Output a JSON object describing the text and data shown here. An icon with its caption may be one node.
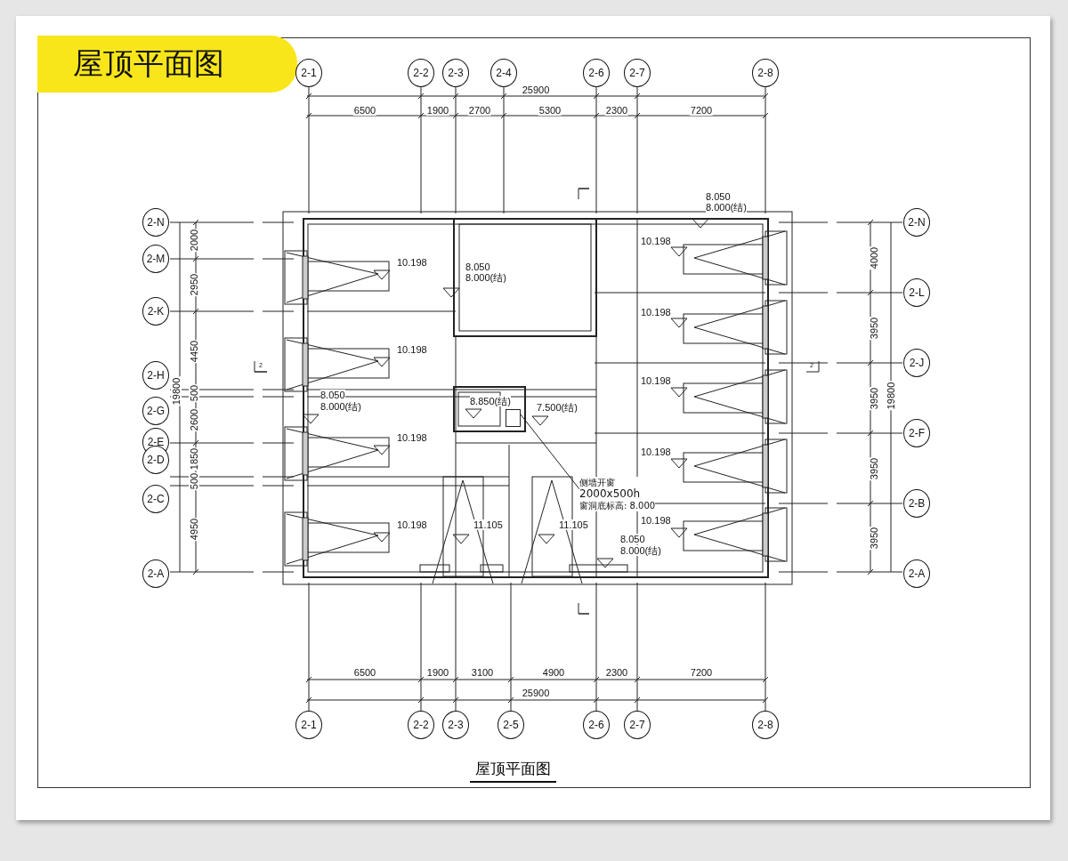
{
  "diagram": {
    "title": "屋顶平面图",
    "caption": "屋顶平面图",
    "nodes": [
      {
        "text": [
          "侧墙开窗",
          "2000x500h",
          "窗洞底标高: 8.000"
        ]
      },
      {
        "text": [],
        "shape": "box"
      }
    ],
    "edges": [
      {
        "from": 0,
        "to": 1,
        "arrow": "none"
      }
    ],
    "labels": [
      "2-1",
      "2-2",
      "2-3",
      "2-4",
      "2-6",
      "2-7",
      "2-8",
      "25900",
      "6500",
      "1900",
      "2700",
      "5300",
      "2300",
      "7200",
      "2-N",
      "2-M",
      "2-K",
      "2-H",
      "2-G",
      "2-E",
      "2-D",
      "2-C",
      "2-A",
      "19800",
      "2000",
      "2950",
      "4450",
      "500",
      "2600",
      "1850",
      "500",
      "4950",
      "2-N",
      "2-L",
      "2-J",
      "2-F",
      "2-B",
      "2-A",
      "4000",
      "3950",
      "3950",
      "19800",
      "3950",
      "3950",
      "8.050",
      "8.000(结)",
      "10.198",
      "8.050",
      "8.000(结)",
      "10.198",
      "10.198",
      "10.198",
      "10.198",
      "8.050",
      "8.000(结)",
      "8.850(结)",
      "7.500(结)",
      "10.198",
      "10.198",
      "10.198",
      "10.198",
      "11.105",
      "11.105",
      "8.050",
      "8.000(结)",
      "6500",
      "1900",
      "3100",
      "4900",
      "2300",
      "7200",
      "25900",
      "2-1",
      "2-2",
      "2-3",
      "2-5",
      "2-6",
      "2-7",
      "2-8",
      "2",
      "2"
    ]
  }
}
